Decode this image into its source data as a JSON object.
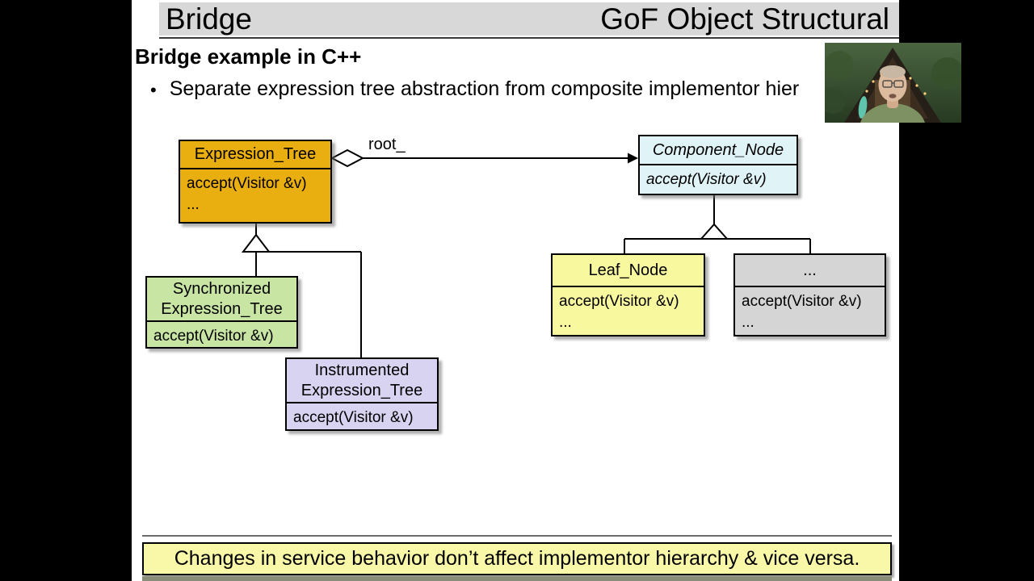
{
  "header": {
    "left_title": "Bridge",
    "right_title": "GoF Object Structural"
  },
  "content": {
    "heading": "Bridge example in C++",
    "bullet_glyph": "•",
    "bullet_text": "Separate expression tree abstraction from composite implementor hier"
  },
  "diagram": {
    "association_label": "root_",
    "classes": {
      "expression_tree": {
        "name": "Expression_Tree",
        "methods": [
          "accept(Visitor &v)",
          "..."
        ],
        "fill": "#E9AE0F"
      },
      "component_node": {
        "name": "Component_Node",
        "methods": [
          "accept(Visitor &v)"
        ],
        "fill": "#E0F3F7"
      },
      "synchronized_expression_tree": {
        "name_lines": [
          "Synchronized",
          "Expression_Tree"
        ],
        "methods": [
          "accept(Visitor &v)"
        ],
        "fill": "#C8E5A3"
      },
      "instrumented_expression_tree": {
        "name_lines": [
          "Instrumented",
          "Expression_Tree"
        ],
        "methods": [
          "accept(Visitor &v)"
        ],
        "fill": "#D7D3F0"
      },
      "leaf_node": {
        "name": "Leaf_Node",
        "methods": [
          "accept(Visitor &v)",
          "..."
        ],
        "fill": "#F8F89E"
      },
      "other_node": {
        "name": "...",
        "methods": [
          "accept(Visitor &v)",
          "..."
        ],
        "fill": "#D5D5D5"
      }
    }
  },
  "footer": {
    "banner_text": "Changes in service behavior don’t affect implementor hierarchy & vice versa."
  },
  "colors": {
    "title_bar": "#D8D8D8",
    "banner_fill": "#F8F8A8",
    "bottom_strip": "#8A8D7A",
    "expression_tree_fill": "#E9AE0F",
    "component_node_fill": "#E0F3F7",
    "synchronized_fill": "#C8E5A3",
    "instrumented_fill": "#D7D3F0",
    "leaf_fill": "#F8F89E",
    "other_fill": "#D5D5D5"
  }
}
